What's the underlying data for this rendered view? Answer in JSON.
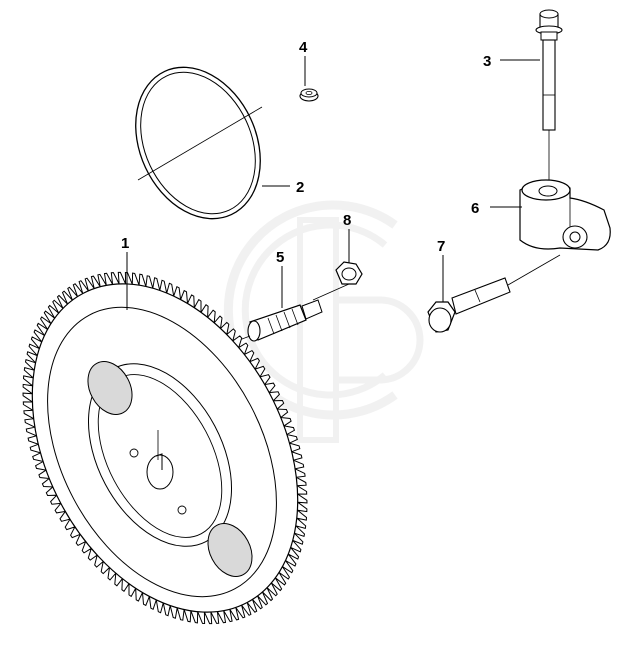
{
  "callouts": [
    {
      "id": "1",
      "label": "1"
    },
    {
      "id": "2",
      "label": "2"
    },
    {
      "id": "3",
      "label": "3"
    },
    {
      "id": "4",
      "label": "4"
    },
    {
      "id": "5",
      "label": "5"
    },
    {
      "id": "6",
      "label": "6"
    },
    {
      "id": "7",
      "label": "7"
    },
    {
      "id": "8",
      "label": "8"
    }
  ],
  "colors": {
    "line": "#000000",
    "watermark": "#e6e6e6",
    "background": "#ffffff"
  },
  "watermark": {
    "icon": "gd-logo-watermark"
  }
}
